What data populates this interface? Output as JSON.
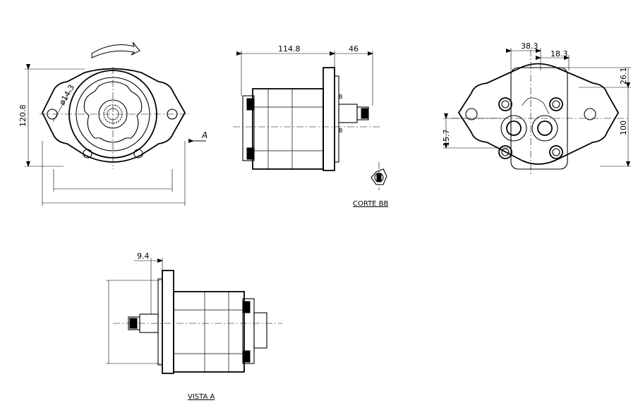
{
  "labels": {
    "corte": "CORTE BB",
    "vista": "VISTA A",
    "arrow_a": "A",
    "section_b_top": "B",
    "section_b_bottom": "B"
  },
  "dimensions": {
    "front_height": "120.8",
    "shaft_dia": "ø14.3",
    "body_length": "114.8",
    "shaft_length": "46",
    "port_offset_a": "38.3",
    "port_offset_b": "18.3",
    "rear_top": "26.1",
    "rear_height": "100",
    "port_height": "15.7",
    "vista_flange": "9.4"
  }
}
